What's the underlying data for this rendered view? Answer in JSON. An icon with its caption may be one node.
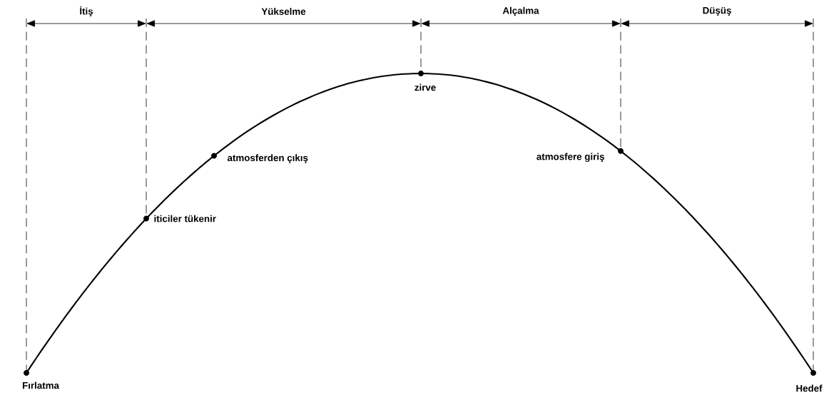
{
  "diagram": {
    "nodes": [
      {
        "text": [
          "Fırlatma"
        ]
      },
      {
        "text": [
          "iticiler tükenir"
        ]
      },
      {
        "text": [
          "atmosferden çıkış"
        ]
      },
      {
        "text": [
          "zirve"
        ]
      },
      {
        "text": [
          "atmosfere giriş"
        ]
      },
      {
        "text": [
          "Hedef"
        ]
      }
    ],
    "edges": [
      {
        "from": 0,
        "to": 1,
        "arrow": "none"
      },
      {
        "from": 1,
        "to": 2,
        "arrow": "none"
      },
      {
        "from": 2,
        "to": 3,
        "arrow": "none"
      },
      {
        "from": 3,
        "to": 4,
        "arrow": "none"
      },
      {
        "from": 4,
        "to": 5,
        "arrow": "none"
      }
    ],
    "labels": [
      "İtiş",
      "Yükselme",
      "Alçalma",
      "Düşüş"
    ]
  }
}
